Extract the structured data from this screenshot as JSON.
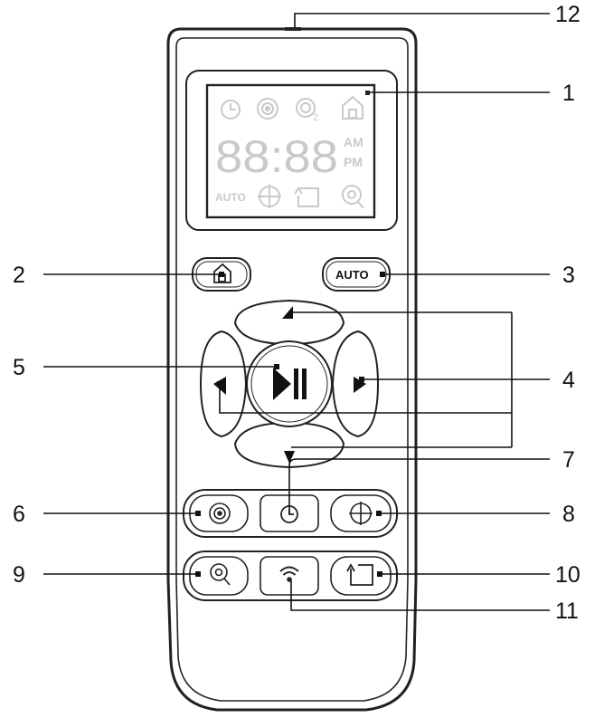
{
  "title": "",
  "callouts": [
    {
      "id": "12",
      "text": "12"
    },
    {
      "id": "1",
      "text": "1"
    },
    {
      "id": "2",
      "text": "2"
    },
    {
      "id": "3",
      "text": "3"
    },
    {
      "id": "4",
      "text": "4"
    },
    {
      "id": "5",
      "text": "5"
    },
    {
      "id": "6",
      "text": "6"
    },
    {
      "id": "7",
      "text": "7"
    },
    {
      "id": "8",
      "text": "8"
    },
    {
      "id": "9",
      "text": "9"
    },
    {
      "id": "10",
      "text": "10"
    },
    {
      "id": "11",
      "text": "11"
    }
  ],
  "lcd": {
    "digits": "88:88",
    "am": "AM",
    "pm": "PM",
    "auto": "AUTO",
    "spot_subscript": "2"
  },
  "buttons": {
    "auto_label": "AUTO"
  },
  "colors": {
    "outline": "#222222",
    "lcd_icons": "#c9c9c9",
    "leader": "#111111"
  },
  "icons": [
    "clock-icon",
    "spot-clean-icon",
    "spot-clean-2-icon",
    "home-icon",
    "auto-text",
    "edge-clean-icon",
    "wall-follow-icon",
    "spot-search-icon",
    "wifi-icon",
    "play-pause-icon",
    "arrow-up-icon",
    "arrow-down-icon",
    "arrow-left-icon",
    "arrow-right-icon"
  ]
}
